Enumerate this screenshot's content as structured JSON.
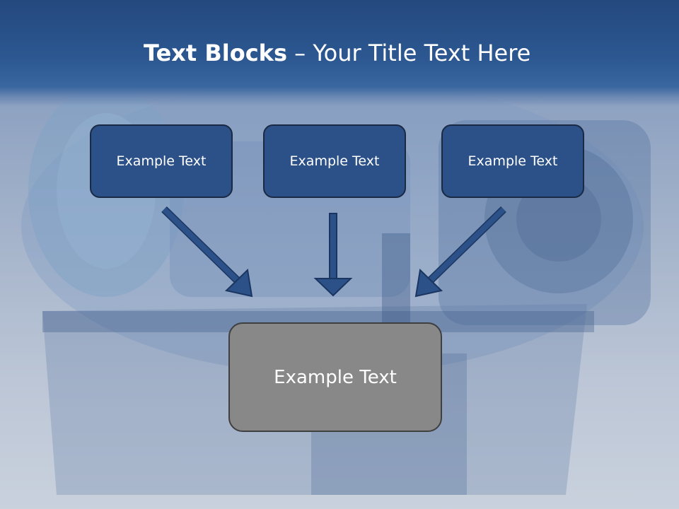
{
  "title": {
    "bold": "Text Blocks",
    "rest": " – Your Title Text Here"
  },
  "blocks": [
    "Example Text",
    "Example Text",
    "Example Text"
  ],
  "target": "Example Text",
  "colors": {
    "header": "#2c5790",
    "block": "#2c5188",
    "target": "#888888",
    "arrow": "#2c5188"
  }
}
